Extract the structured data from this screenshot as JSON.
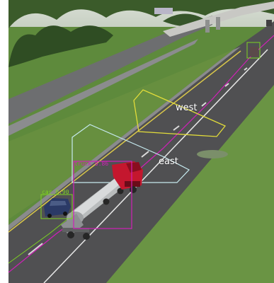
{
  "camera_view": {
    "zones": [
      {
        "label": "west",
        "outline_color": "#e2dc3a"
      },
      {
        "label": "east",
        "outline_color": "#c6eaf0"
      }
    ],
    "detections": [
      {
        "object": "tanker-truck",
        "label": "truck 0.86",
        "box_color": "#d020b8"
      },
      {
        "object": "car",
        "label": "car 0.90",
        "box_color": "#7ed321"
      },
      {
        "object": "distant-truck",
        "label": "",
        "box_color": "#7ed321"
      }
    ],
    "track_line_color": "#d020b8",
    "billboard_text": ""
  }
}
